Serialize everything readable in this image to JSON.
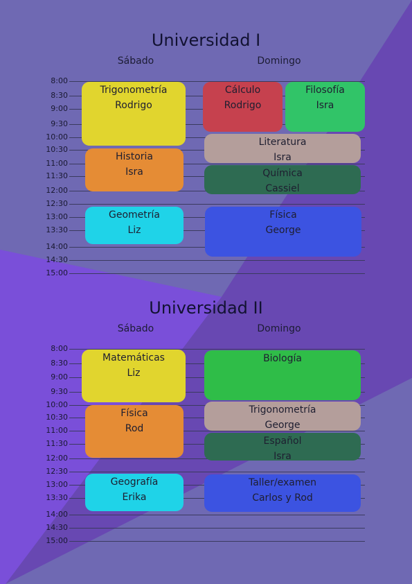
{
  "universities": [
    {
      "title": "Universidad I",
      "days": [
        "Sábado",
        "Domingo"
      ],
      "times": [
        "8:00",
        "8:30",
        "9:00",
        "9:30",
        "10:00",
        "10:30",
        "11:00",
        "11:30",
        "12:00",
        "12:30",
        "13:00",
        "13:30",
        "14:00",
        "14:30",
        "15:00"
      ],
      "classes": [
        {
          "subject": "Trigonometría",
          "teacher": "Rodrigo",
          "color": "#e1d52e"
        },
        {
          "subject": "Historia",
          "teacher": "Isra",
          "color": "#e58c35"
        },
        {
          "subject": "Geometría",
          "teacher": "Liz",
          "color": "#1fd3e8"
        },
        {
          "subject": "Cálculo",
          "teacher": "Rodrigo",
          "color": "#c6414e"
        },
        {
          "subject": "Filosofía",
          "teacher": "Isra",
          "color": "#31c468"
        },
        {
          "subject": "Literatura",
          "teacher": "Isra",
          "color": "#b49e9b"
        },
        {
          "subject": "Química",
          "teacher": "Cassiel",
          "color": "#2e6b52"
        },
        {
          "subject": "Física",
          "teacher": "George",
          "color": "#3c53e1"
        }
      ]
    },
    {
      "title": "Universidad II",
      "days": [
        "Sábado",
        "Domingo"
      ],
      "times": [
        "8:00",
        "8:30",
        "9:00",
        "9:30",
        "10:00",
        "10:30",
        "11:00",
        "11:30",
        "12:00",
        "12:30",
        "13:00",
        "13:30",
        "14:00",
        "14:30",
        "15:00"
      ],
      "classes": [
        {
          "subject": "Matemáticas",
          "teacher": "Liz",
          "color": "#e1d52e"
        },
        {
          "subject": "Física",
          "teacher": "Rod",
          "color": "#e58c35"
        },
        {
          "subject": "Geografía",
          "teacher": "Erika",
          "color": "#1fd3e8"
        },
        {
          "subject": "Biología",
          "teacher": "",
          "color": "#2fbd48"
        },
        {
          "subject": "Trigonometría",
          "teacher": "George",
          "color": "#b49e9b"
        },
        {
          "subject": "Español",
          "teacher": "Isra",
          "color": "#2e6b52"
        },
        {
          "subject": "Taller/examen",
          "teacher": "Carlos y Rod",
          "color": "#3c53e1"
        }
      ]
    }
  ]
}
